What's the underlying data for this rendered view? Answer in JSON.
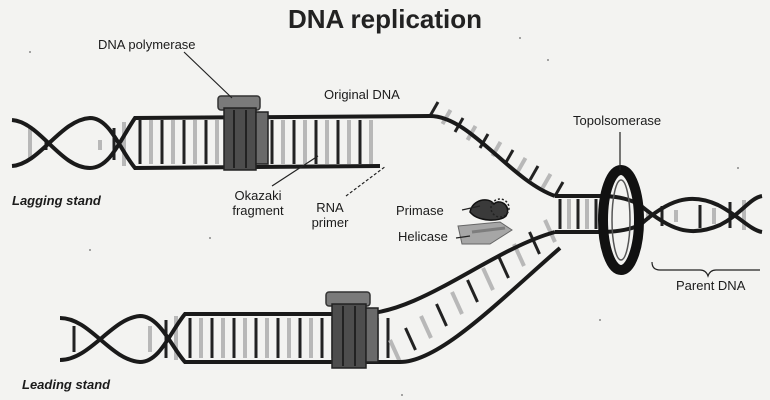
{
  "title": "DNA replication",
  "labels": {
    "dna_polymerase": "DNA polymerase",
    "original_dna": "Original DNA",
    "topoisomerase": "Topolsomerase",
    "lagging_strand": "Lagging stand",
    "okazaki_line1": "Okazaki",
    "okazaki_line2": "fragment",
    "rna_line1": "RNA",
    "rna_line2": "primer",
    "primase": "Primase",
    "helicase": "Helicase",
    "parent_dna": "Parent DNA",
    "leading_strand": "Leading stand"
  },
  "colors": {
    "backbone": "#1a1a1a",
    "rung_dark": "#222222",
    "rung_light": "#b8b8b8",
    "polymerase": "#5a5a5a",
    "topoisomerase": "#111111",
    "primase": "#3a3a3a",
    "helicase": "#9a9a9a"
  }
}
